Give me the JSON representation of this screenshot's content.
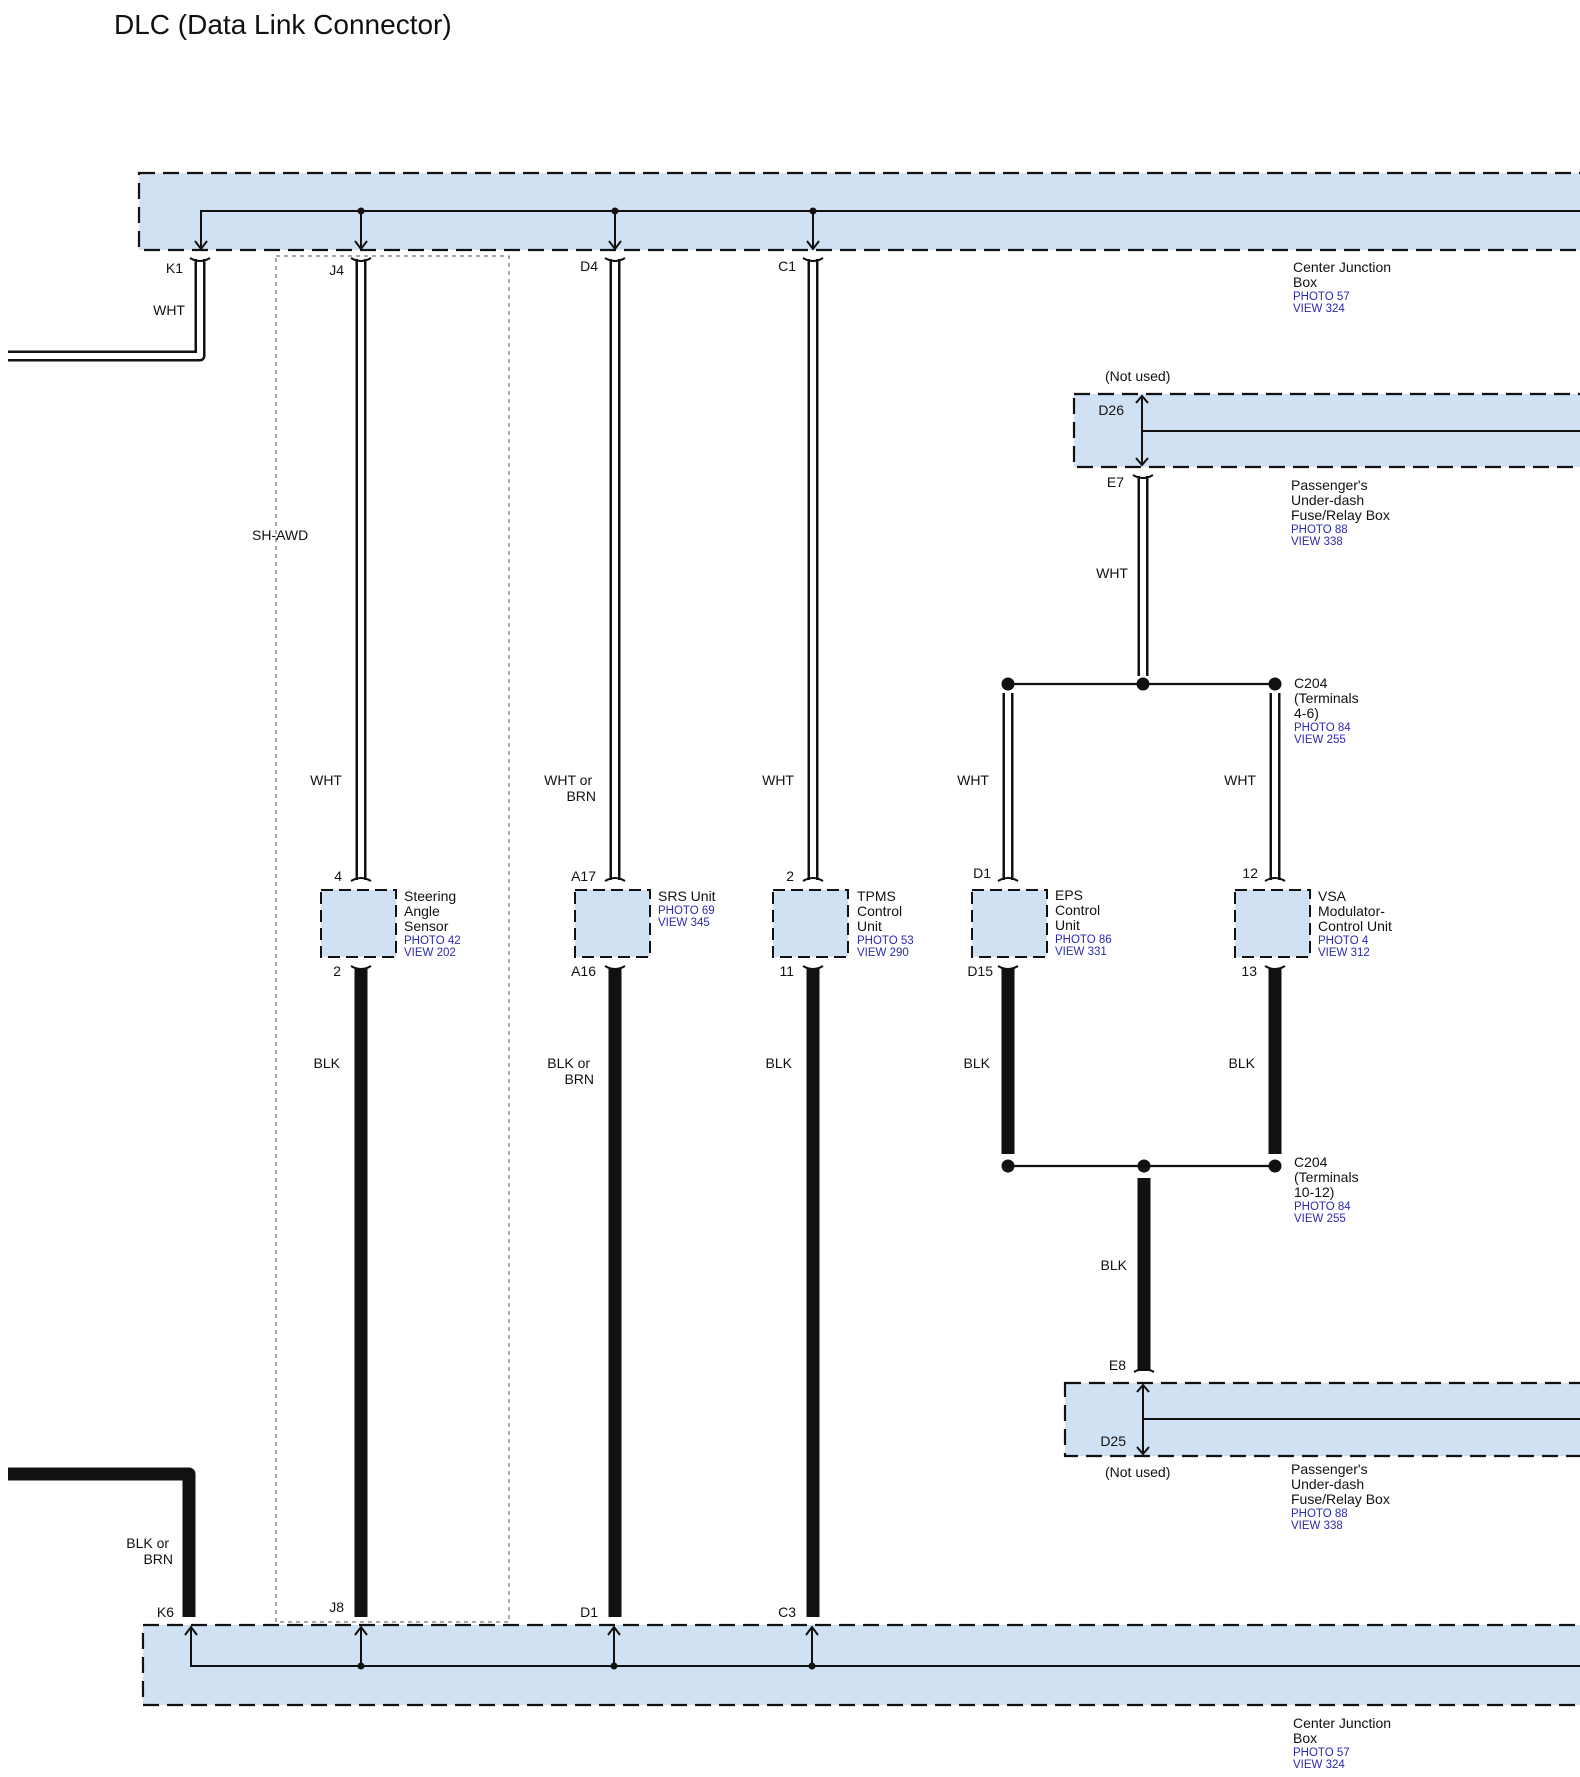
{
  "title": "DLC (Data Link Connector)",
  "colors": {
    "box_fill": "#cfe1f3",
    "wire": "#111111",
    "ref_text": "#2b2bb0",
    "terminal_blue": "#2b2bb0"
  },
  "junction_boxes": {
    "top": {
      "name": [
        "Center Junction",
        "Box"
      ],
      "photo": "PHOTO 57",
      "view": "VIEW 324"
    },
    "bottom": {
      "name": [
        "Center Junction",
        "Box"
      ],
      "photo": "PHOTO 57",
      "view": "VIEW 324"
    },
    "fuse_top": {
      "name": [
        "Passenger's",
        "Under-dash",
        "Fuse/Relay Box"
      ],
      "photo": "PHOTO 88",
      "view": "VIEW 338",
      "not_used": "(Not used)"
    },
    "fuse_bottom": {
      "name": [
        "Passenger's",
        "Under-dash",
        "Fuse/Relay Box"
      ],
      "photo": "PHOTO 88",
      "view": "VIEW 338",
      "not_used": "(Not used)"
    }
  },
  "terminals": {
    "k1": "K1",
    "j4": "J4",
    "d4": "D4",
    "c1": "C1",
    "k6": "K6",
    "j8": "J8",
    "d1": "D1",
    "c3": "C3",
    "d26": "D26",
    "e7": "E7",
    "e8": "E8",
    "d25": "D25"
  },
  "wire_labels": {
    "k1_wht": "WHT",
    "k6_blk": [
      "BLK or",
      "BRN"
    ],
    "steer_wht": "WHT",
    "srs_wht": [
      "WHT or",
      "BRN"
    ],
    "tpms_wht": "WHT",
    "eps_wht": "WHT",
    "vsa_wht": "WHT",
    "e7_wht": "WHT",
    "steer_blk": "BLK",
    "srs_blk": [
      "BLK or",
      "BRN"
    ],
    "tpms_blk": "BLK",
    "eps_blk": "BLK",
    "vsa_blk": "BLK",
    "e8_blk": "BLK"
  },
  "option_label": "SH-AWD",
  "components": {
    "steering": {
      "name": [
        "Steering",
        "Angle",
        "Sensor"
      ],
      "photo": "PHOTO 42",
      "view": "VIEW 202",
      "pin_top": "4",
      "pin_bottom": "2"
    },
    "srs": {
      "name": [
        "SRS Unit"
      ],
      "photo": "PHOTO 69",
      "view": "VIEW 345",
      "pin_top": "A17",
      "pin_bottom": "A16"
    },
    "tpms": {
      "name": [
        "TPMS",
        "Control",
        "Unit"
      ],
      "photo": "PHOTO 53",
      "view": "VIEW 290",
      "pin_top": "2",
      "pin_bottom": "11"
    },
    "eps": {
      "name": [
        "EPS",
        "Control",
        "Unit"
      ],
      "photo": "PHOTO 86",
      "view": "VIEW 331",
      "pin_top": "D1",
      "pin_bottom": "D15"
    },
    "vsa": {
      "name": [
        "VSA",
        "Modulator-",
        "Control Unit"
      ],
      "photo": "PHOTO 4",
      "view": "VIEW 312",
      "pin_top": "12",
      "pin_bottom": "13"
    }
  },
  "connectors": {
    "c204_top": {
      "name": [
        "C204",
        "(Terminals",
        "4-6)"
      ],
      "photo": "PHOTO 84",
      "view": "VIEW 255"
    },
    "c204_bottom": {
      "name": [
        "C204",
        "(Terminals",
        "10-12)"
      ],
      "photo": "PHOTO 84",
      "view": "VIEW 255"
    }
  }
}
